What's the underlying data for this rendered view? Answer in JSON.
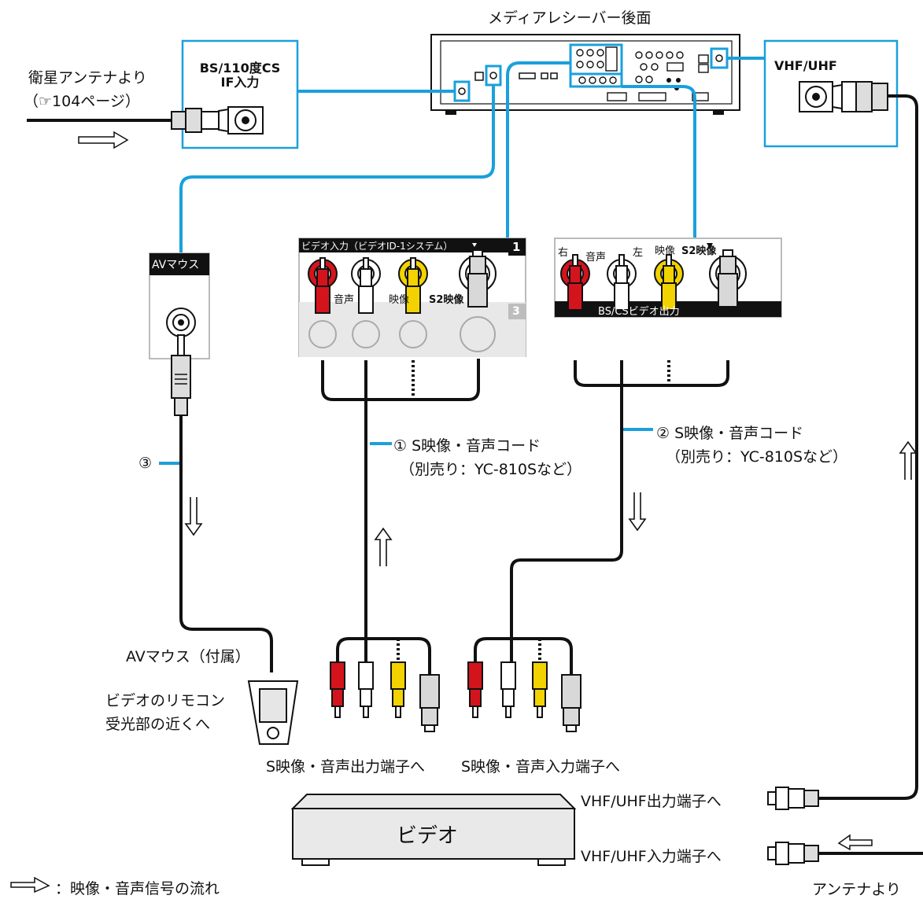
{
  "colors": {
    "cyan": "#1aa0dc",
    "red": "#d4141c",
    "yellow": "#f2d200",
    "cable": "#111111",
    "panel": "#e9e9e9"
  },
  "receiver": {
    "title": "メディアレシーバー後面"
  },
  "bs": {
    "line1": "BS/110度CS",
    "line2": "IF入力"
  },
  "sat": {
    "line1": "衛星アンテナより",
    "line2": "（☞104ページ）"
  },
  "vhf_box": {
    "label": "VHF/UHF"
  },
  "av_port": {
    "label": "AVマウス"
  },
  "panel1": {
    "title": "ビデオ入力（ビデオID-1システム）",
    "num1": "1",
    "num3": "3",
    "audio": "音声",
    "video": "映像",
    "s2": "S2映像"
  },
  "panel2": {
    "right": "右",
    "audio": "音声",
    "left": "左",
    "video": "映像",
    "s2": "S2映像",
    "band": "BS/CSビデオ出力"
  },
  "cord1": {
    "num": "①",
    "line1": "S映像・音声コード",
    "line2": "（別売り：YC-810Sなど）"
  },
  "cord2": {
    "num": "②",
    "line1": "S映像・音声コード",
    "line2": "（別売り：YC-810Sなど）"
  },
  "cord3": {
    "num": "③"
  },
  "mouse": {
    "label": "AVマウス（付属）",
    "note1": "ビデオのリモコン",
    "note2": "受光部の近くへ"
  },
  "video_out_label": "S映像・音声出力端子へ",
  "video_in_label": "S映像・音声入力端子へ",
  "vcr": {
    "label": "ビデオ"
  },
  "vhf_out": "VHF/UHF出力端子へ",
  "vhf_in": "VHF/UHF入力端子へ",
  "antenna": "アンテナより",
  "legend": "：映像・音声信号の流れ"
}
